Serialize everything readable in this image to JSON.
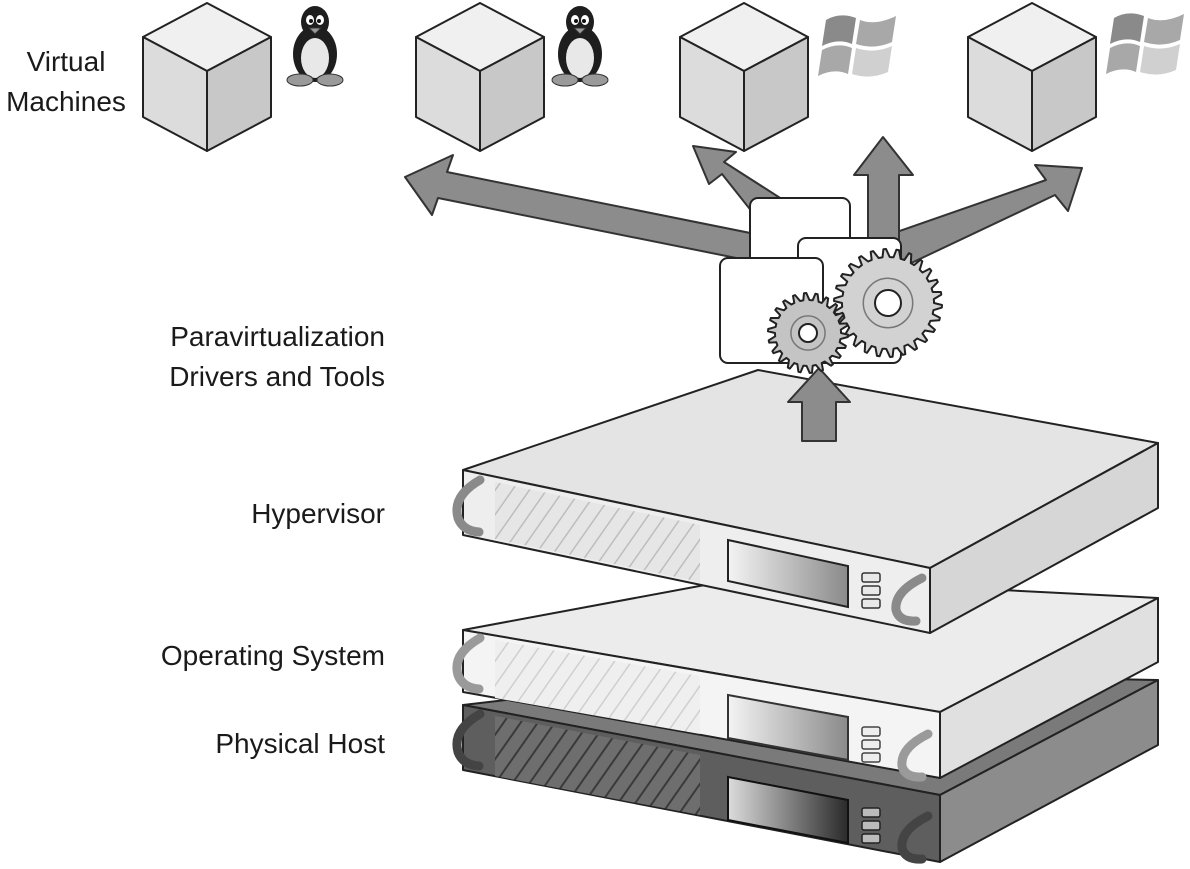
{
  "labels": {
    "virtual_machines_line1": "Virtual",
    "virtual_machines_line2": "Machines",
    "paravirt_line1": "Paravirtualization",
    "paravirt_line2": "Drivers and Tools",
    "hypervisor": "Hypervisor",
    "operating_system": "Operating System",
    "physical_host": "Physical Host"
  },
  "virtual_machines": [
    {
      "os_icon": "linux-penguin-icon"
    },
    {
      "os_icon": "linux-penguin-icon"
    },
    {
      "os_icon": "windows-logo-icon"
    },
    {
      "os_icon": "windows-logo-icon"
    }
  ],
  "colors": {
    "arrow_fill": "#8c8c8c",
    "hypervisor_top": "#e4e4e4",
    "operating_system_top": "#ececec",
    "physical_host_top": "#7a7a7a",
    "line": "#222222"
  }
}
